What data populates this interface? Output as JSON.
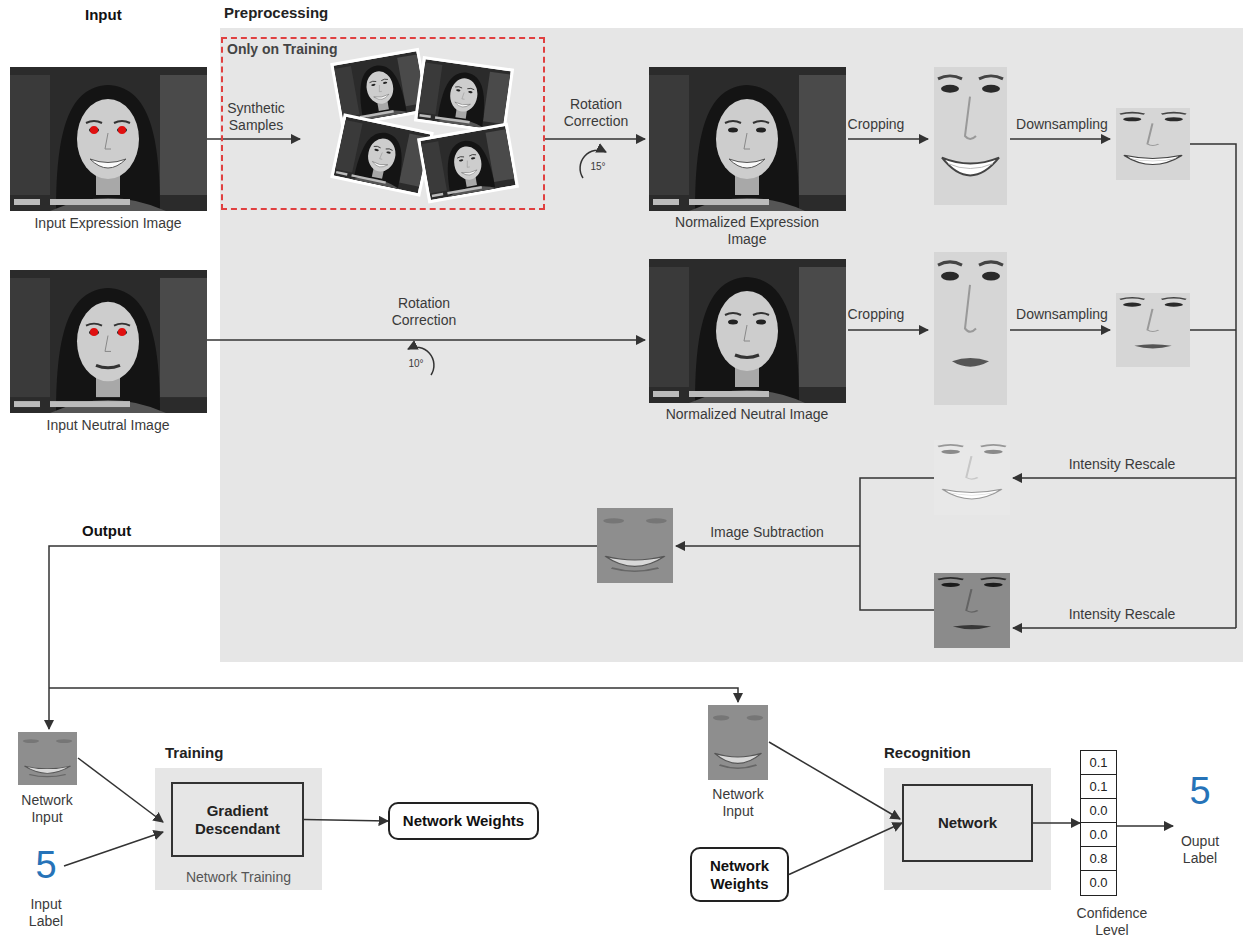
{
  "diagram": {
    "nodes": [
      {
        "text": [
          "Preprocessing"
        ]
      },
      {
        "text": [
          "Only on Training"
        ],
        "in": 0
      },
      {
        "text": [
          "Training",
          "Network Training"
        ]
      },
      {
        "text": [
          "Gradient Descendant"
        ],
        "in": 2
      },
      {
        "text": [
          "Network Weights"
        ]
      },
      {
        "text": [
          "Recognition"
        ]
      },
      {
        "text": [
          "Network"
        ],
        "in": 5
      },
      {
        "text": [
          "Network Weights"
        ]
      },
      {
        "text": [
          "0.1",
          "0.1",
          "0.0",
          "0.0",
          "0.8",
          "0.0"
        ]
      }
    ],
    "edges": [
      {
        "from": 3,
        "to": 4,
        "arrow": "to"
      },
      {
        "from": 7,
        "to": 6,
        "arrow": "to"
      },
      {
        "from": 6,
        "to": 8,
        "arrow": "to"
      }
    ],
    "labels": [
      "Input",
      "Input Expression Image",
      "Input Neutral Image",
      "Synthetic Samples",
      "Rotation Correction",
      "15°",
      "Normalized Expression Image",
      "Cropping",
      "Downsampling",
      "Rotation Correction",
      "10°",
      "Normalized Neutral Image",
      "Cropping",
      "Downsampling",
      "Intensity Rescale",
      "Intensity Rescale",
      "Image Subtraction",
      "Output",
      "Network Input",
      "5",
      "Input Label",
      "Network Input",
      "5",
      "Ouput Label",
      "Confidence Level"
    ]
  }
}
